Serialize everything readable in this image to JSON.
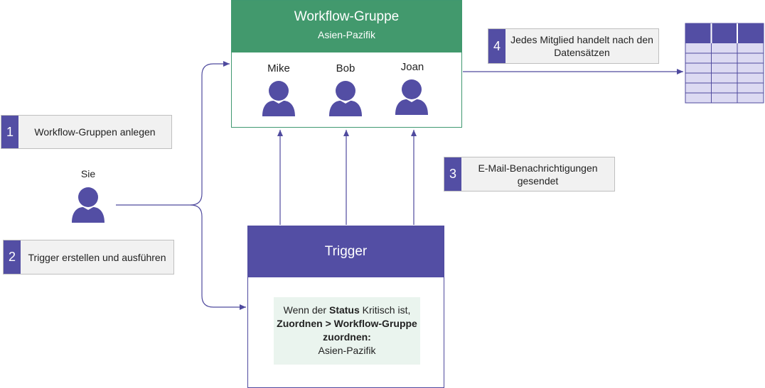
{
  "workflow_group": {
    "title": "Workflow-Gruppe",
    "subtitle": "Asien-Pazifik",
    "members": [
      "Mike",
      "Bob",
      "Joan"
    ]
  },
  "you": {
    "label": "Sie"
  },
  "trigger": {
    "title": "Trigger",
    "rule": {
      "prefix": "Wenn der ",
      "status_word": "Status",
      "status_value": " Kritisch ist,",
      "action": "Zuordnen > Workflow-Gruppe zuordnen:",
      "target": "Asien-Pazifik"
    }
  },
  "steps": [
    {
      "number": "1",
      "text": "Workflow-Gruppen anlegen"
    },
    {
      "number": "2",
      "text": "Trigger erstellen und ausführen"
    },
    {
      "number": "3",
      "text": "E-Mail-Benachrichtigungen gesendet"
    },
    {
      "number": "4",
      "text": "Jedes Mitglied handelt nach den Datensätzen"
    }
  ],
  "colors": {
    "primary": "#534ea4",
    "group_green": "#42996d",
    "rule_bg": "#eaf4ee",
    "step_bg": "#f1f1f1"
  },
  "icons": [
    "person-icon",
    "table-icon",
    "arrow-icon"
  ]
}
